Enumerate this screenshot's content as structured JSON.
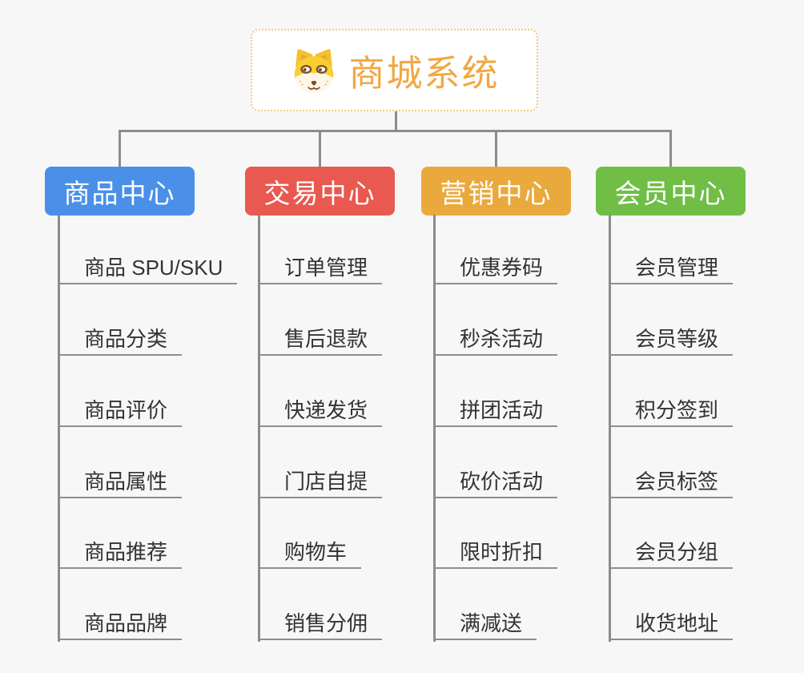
{
  "page": {
    "background": "#F7F7F7"
  },
  "root": {
    "title": "商城系统",
    "icon": "shiba-dog-icon",
    "title_color": "#F0A843",
    "border_color": "#F3C87E"
  },
  "connectors": {
    "color": "#8C8C8C"
  },
  "items": {
    "text_color": "#333333",
    "underline_color": "#8E8E8E"
  },
  "branch_label_color": "#FFFFFF",
  "branches": [
    {
      "label": "商品中心",
      "color": "#4A90E8",
      "children": [
        "商品 SPU/SKU",
        "商品分类",
        "商品评价",
        "商品属性",
        "商品推荐",
        "商品品牌"
      ]
    },
    {
      "label": "交易中心",
      "color": "#E95950",
      "children": [
        "订单管理",
        "售后退款",
        "快递发货",
        "门店自提",
        "购物车",
        "销售分佣"
      ]
    },
    {
      "label": "营销中心",
      "color": "#EAA93C",
      "children": [
        "优惠券码",
        "秒杀活动",
        "拼团活动",
        "砍价活动",
        "限时折扣",
        "满减送"
      ]
    },
    {
      "label": "会员中心",
      "color": "#70BE45",
      "children": [
        "会员管理",
        "会员等级",
        "积分签到",
        "会员标签",
        "会员分组",
        "收货地址"
      ]
    }
  ]
}
